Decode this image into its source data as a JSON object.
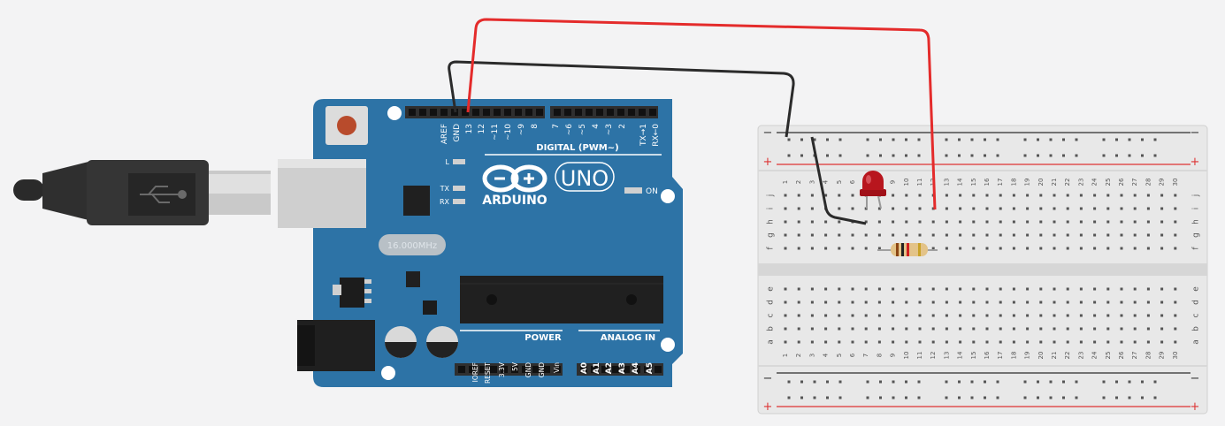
{
  "board": {
    "brand": "ARDUINO",
    "model": "UNO",
    "crystal_label": "16.000MHz",
    "on_label": "ON",
    "led_labels": [
      "L",
      "TX",
      "RX"
    ],
    "digital_header_label": "DIGITAL (PWM~)",
    "power_header_label": "POWER",
    "analog_header_label": "ANALOG IN",
    "digital_pins": [
      "AREF",
      "GND",
      "13",
      "12",
      "~11",
      "~10",
      "~9",
      "8",
      "7",
      "~6",
      "~5",
      "4",
      "~3",
      "2",
      "TX→1",
      "RX←0"
    ],
    "power_pins": [
      "IOREF",
      "RESET",
      "3.3V",
      "5V",
      "GND",
      "GND",
      "Vin"
    ],
    "analog_pins": [
      "A0",
      "A1",
      "A2",
      "A3",
      "A4",
      "A5"
    ]
  },
  "breadboard": {
    "row_letters_top": [
      "j",
      "i",
      "h",
      "g",
      "f"
    ],
    "row_letters_bottom": [
      "e",
      "d",
      "c",
      "b",
      "a"
    ],
    "column_count": 30,
    "plus_sign": "+",
    "minus_sign": "−"
  },
  "wires": [
    {
      "color": "#e42b2b",
      "from": "13",
      "to": "breadboard-col-12"
    },
    {
      "color": "#2b2b2b",
      "from": "GND",
      "to": "breadboard-minus-rail"
    }
  ],
  "colors": {
    "board": "#2d73a6",
    "header": "#2f2f2f",
    "led": "#b8161e",
    "wire_red": "#e42b2b",
    "wire_black": "#2b2b2b"
  }
}
